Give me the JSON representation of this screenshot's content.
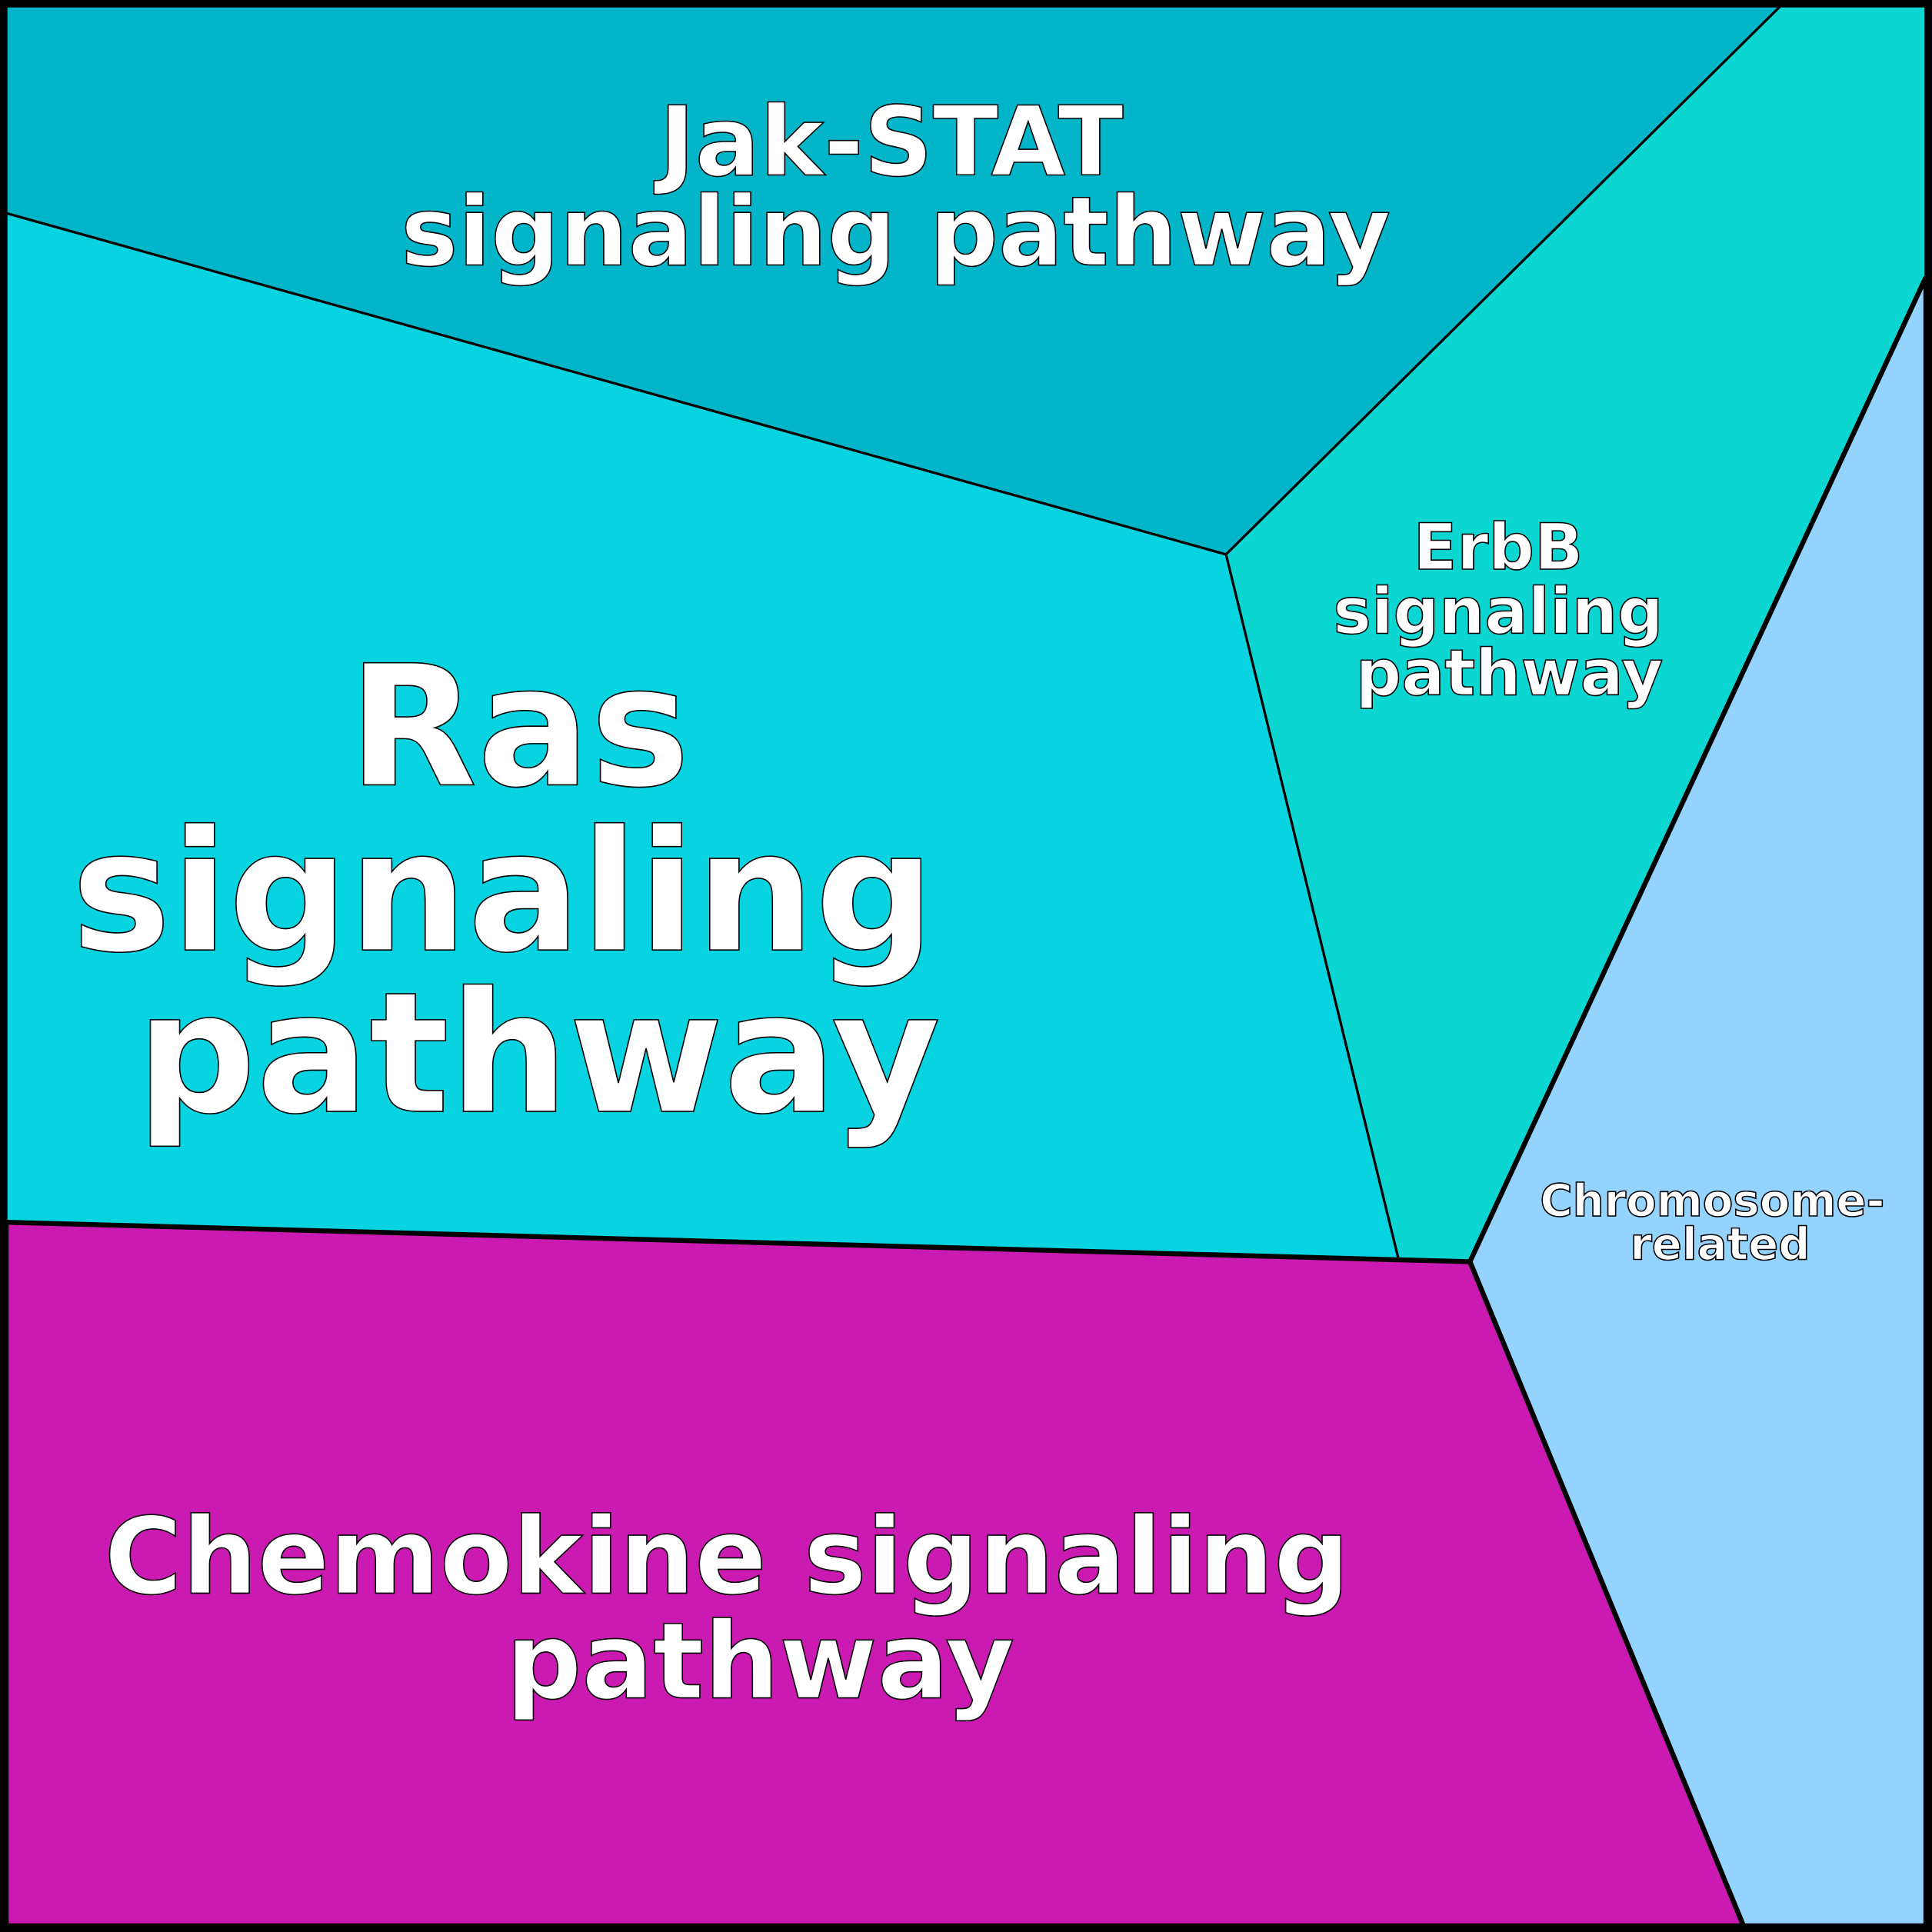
{
  "cells": [
    {
      "name": "Jak-STAT signaling pathway",
      "lines": [
        "Jak-STAT",
        "signaling pathway"
      ],
      "color": "#03b5c9"
    },
    {
      "name": "ErbB signaling pathway",
      "lines": [
        "ErbB",
        "signaling",
        "pathway"
      ],
      "color": "#0bd6d2"
    },
    {
      "name": "Ras signaling pathway",
      "lines": [
        "Ras",
        "signaling",
        "pathway"
      ],
      "color": "#07d4e0"
    },
    {
      "name": "Chromosome-related",
      "lines": [
        "Chromosome-",
        "related"
      ],
      "color": "#94d3fd"
    },
    {
      "name": "Chemokine signaling pathway",
      "lines": [
        "Chemokine signaling",
        "pathway"
      ],
      "color": "#cb1ab1"
    }
  ]
}
